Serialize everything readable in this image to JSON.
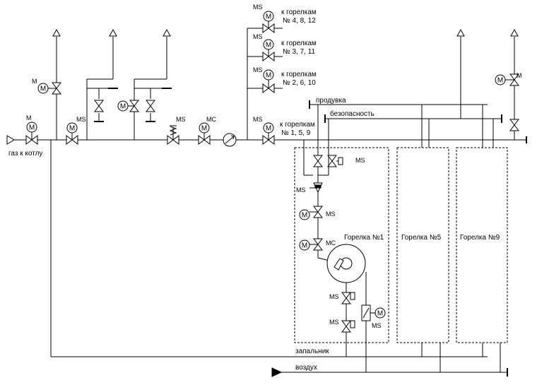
{
  "labels": {
    "gas_to_boiler": "газ к котлу",
    "purge": "продувка",
    "safety": "безопасность",
    "igniter": "запальник",
    "air": "воздух",
    "to_burners_4_8_12_a": "к горелкам",
    "to_burners_4_8_12_b": "№ 4, 8, 12",
    "to_burners_3_7_11_a": "к горелкам",
    "to_burners_3_7_11_b": "№ 3, 7, 11",
    "to_burners_2_6_10_a": "к горелкам",
    "to_burners_2_6_10_b": "№ 2, 6, 10",
    "to_burners_1_5_9_a": "к горелкам",
    "to_burners_1_5_9_b": "№ 1, 5, 9",
    "burner_1": "Горелка №1",
    "burner_5": "Горелка №5",
    "burner_9": "Горелка №9"
  },
  "drive_labels": {
    "m": "M",
    "ms": "MS",
    "mc": "MC"
  }
}
